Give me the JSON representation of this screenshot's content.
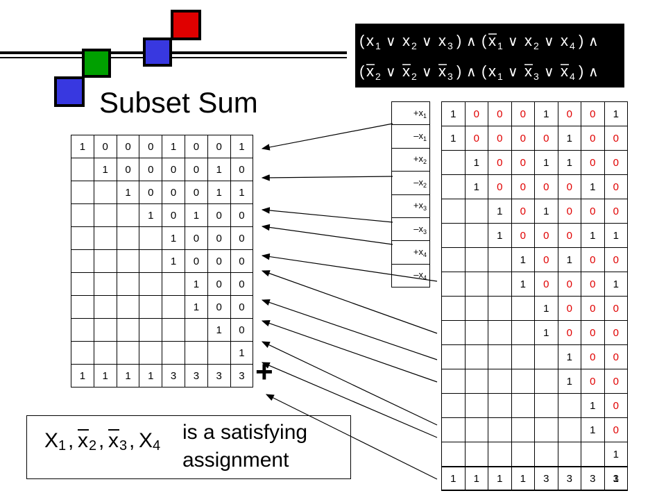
{
  "title": "Subset Sum",
  "formula": {
    "line1": [
      {
        "var": "x",
        "sub": "1",
        "neg": false
      },
      {
        "var": "x",
        "sub": "2",
        "neg": false
      },
      {
        "var": "x",
        "sub": "3",
        "neg": false
      },
      {
        "var": "x",
        "sub": "1",
        "neg": true
      },
      {
        "var": "x",
        "sub": "2",
        "neg": false
      },
      {
        "var": "x",
        "sub": "4",
        "neg": false
      }
    ],
    "line2": [
      {
        "var": "x",
        "sub": "2",
        "neg": true
      },
      {
        "var": "x",
        "sub": "2",
        "neg": true
      },
      {
        "var": "x",
        "sub": "3",
        "neg": true
      },
      {
        "var": "x",
        "sub": "1",
        "neg": false
      },
      {
        "var": "x",
        "sub": "3",
        "neg": true
      },
      {
        "var": "x",
        "sub": "4",
        "neg": true
      }
    ],
    "or_symbol": "∨",
    "and_symbol": "∧",
    "paren_open": "(",
    "paren_close": ")"
  },
  "left_table": {
    "rows": [
      [
        "1",
        "0",
        "0",
        "0",
        "1",
        "0",
        "0",
        "1"
      ],
      [
        "",
        "1",
        "0",
        "0",
        "0",
        "0",
        "1",
        "0"
      ],
      [
        "",
        "",
        "1",
        "0",
        "0",
        "0",
        "1",
        "1"
      ],
      [
        "",
        "",
        "",
        "1",
        "0",
        "1",
        "0",
        "0"
      ],
      [
        "",
        "",
        "",
        "",
        "1",
        "0",
        "0",
        "0"
      ],
      [
        "",
        "",
        "",
        "",
        "1",
        "0",
        "0",
        "0"
      ],
      [
        "",
        "",
        "",
        "",
        "",
        "1",
        "0",
        "0"
      ],
      [
        "",
        "",
        "",
        "",
        "",
        "1",
        "0",
        "0"
      ],
      [
        "",
        "",
        "",
        "",
        "",
        "",
        "1",
        "0"
      ],
      [
        "",
        "",
        "",
        "",
        "",
        "",
        "",
        "1"
      ],
      [
        "1",
        "1",
        "1",
        "1",
        "3",
        "3",
        "3",
        "3"
      ]
    ]
  },
  "var_labels": [
    {
      "sign": "+x",
      "sub": "1"
    },
    {
      "sign": "–x",
      "sub": "1"
    },
    {
      "sign": "+x",
      "sub": "2"
    },
    {
      "sign": "–x",
      "sub": "2"
    },
    {
      "sign": "+x",
      "sub": "3"
    },
    {
      "sign": "–x",
      "sub": "3"
    },
    {
      "sign": "+x",
      "sub": "4"
    },
    {
      "sign": "–x",
      "sub": "4"
    }
  ],
  "right_table": {
    "rows": [
      [
        "1",
        "0",
        "0",
        "0",
        "1",
        "0",
        "0",
        "1"
      ],
      [
        "1",
        "0",
        "0",
        "0",
        "0",
        "1",
        "0",
        "0"
      ],
      [
        "",
        "1",
        "0",
        "0",
        "1",
        "1",
        "0",
        "0"
      ],
      [
        "",
        "1",
        "0",
        "0",
        "0",
        "0",
        "1",
        "0"
      ],
      [
        "",
        "",
        "1",
        "0",
        "1",
        "0",
        "0",
        "0"
      ],
      [
        "",
        "",
        "1",
        "0",
        "0",
        "0",
        "1",
        "1"
      ],
      [
        "",
        "",
        "",
        "1",
        "0",
        "1",
        "0",
        "0"
      ],
      [
        "",
        "",
        "",
        "1",
        "0",
        "0",
        "0",
        "1"
      ],
      [
        "",
        "",
        "",
        "",
        "1",
        "0",
        "0",
        "0"
      ],
      [
        "",
        "",
        "",
        "",
        "1",
        "0",
        "0",
        "0"
      ],
      [
        "",
        "",
        "",
        "",
        "",
        "1",
        "0",
        "0"
      ],
      [
        "",
        "",
        "",
        "",
        "",
        "1",
        "0",
        "0"
      ],
      [
        "",
        "",
        "",
        "",
        "",
        "",
        "1",
        "0"
      ],
      [
        "",
        "",
        "",
        "",
        "",
        "",
        "1",
        "0"
      ],
      [
        "",
        "",
        "",
        "",
        "",
        "",
        "",
        "1"
      ],
      [
        "",
        "",
        "",
        "",
        "",
        "",
        "",
        "1"
      ]
    ],
    "sum_row": [
      "1",
      "1",
      "1",
      "1",
      "3",
      "3",
      "3",
      "3"
    ],
    "red_color": "#e00000"
  },
  "plus_sign": "+",
  "assignment": {
    "vars": [
      {
        "var": "x",
        "sub": "1",
        "neg": false,
        "upper": true
      },
      {
        "var": "x",
        "sub": "2",
        "neg": true,
        "upper": false
      },
      {
        "var": "x",
        "sub": "3",
        "neg": true,
        "upper": false
      },
      {
        "var": "x",
        "sub": "4",
        "neg": false,
        "upper": true
      }
    ],
    "text_line1": "is a satisfying",
    "text_line2": "assignment"
  },
  "colors": {
    "square_red": "#e00000",
    "square_green": "#00a000",
    "square_blue": "#3838e0",
    "formula_bg": "#000000"
  }
}
